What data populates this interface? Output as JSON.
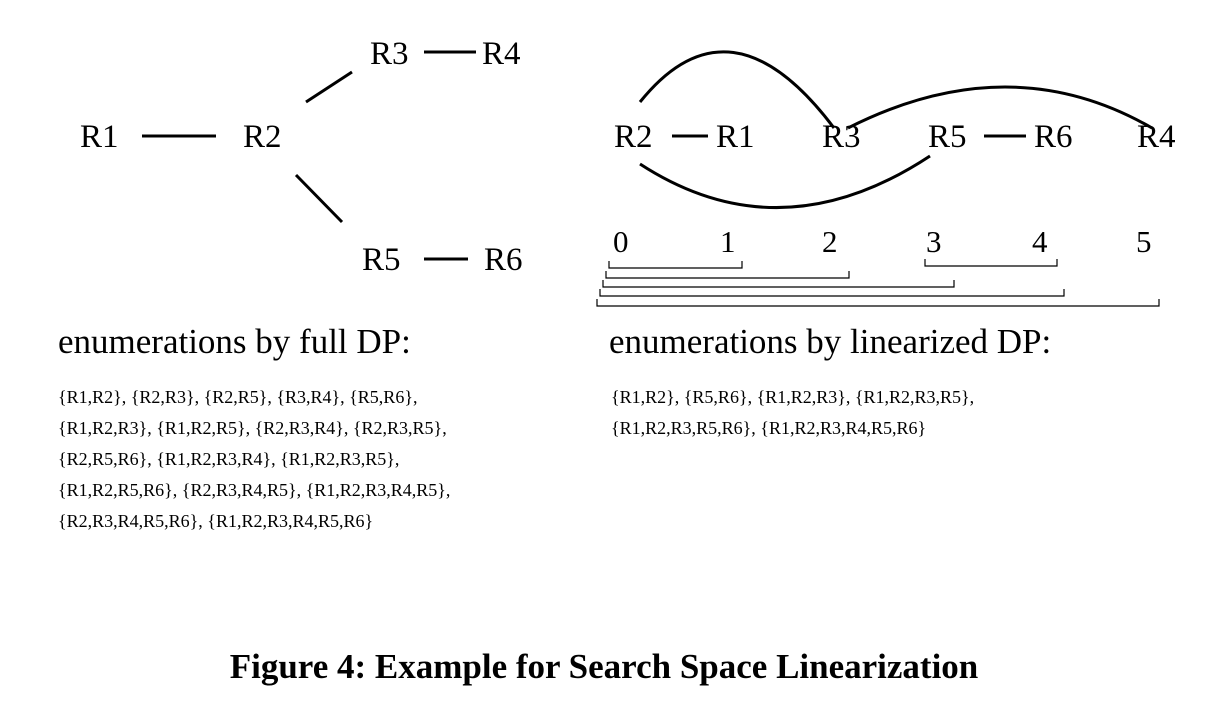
{
  "tree": {
    "nodes": {
      "r1": "R1",
      "r2": "R2",
      "r3": "R3",
      "r4": "R4",
      "r5": "R5",
      "r6": "R6"
    }
  },
  "linear": {
    "nodes": [
      "R2",
      "R1",
      "R3",
      "R5",
      "R6",
      "R4"
    ],
    "indices": [
      "0",
      "1",
      "2",
      "3",
      "4",
      "5"
    ]
  },
  "left_heading": "enumerations by full DP:",
  "right_heading": "enumerations by linearized DP:",
  "full_dp_lines": [
    "{R1,R2}, {R2,R3}, {R2,R5}, {R3,R4}, {R5,R6},",
    "{R1,R2,R3}, {R1,R2,R5}, {R2,R3,R4}, {R2,R3,R5},",
    "{R2,R5,R6}, {R1,R2,R3,R4}, {R1,R2,R3,R5},",
    "{R1,R2,R5,R6}, {R2,R3,R4,R5}, {R1,R2,R3,R4,R5},",
    "{R2,R3,R4,R5,R6}, {R1,R2,R3,R4,R5,R6}"
  ],
  "linearized_dp_lines": [
    "{R1,R2}, {R5,R6}, {R1,R2,R3}, {R1,R2,R3,R5},",
    "{R1,R2,R3,R5,R6}, {R1,R2,R3,R4,R5,R6}"
  ],
  "caption": "Figure 4: Example for Search Space Linearization"
}
